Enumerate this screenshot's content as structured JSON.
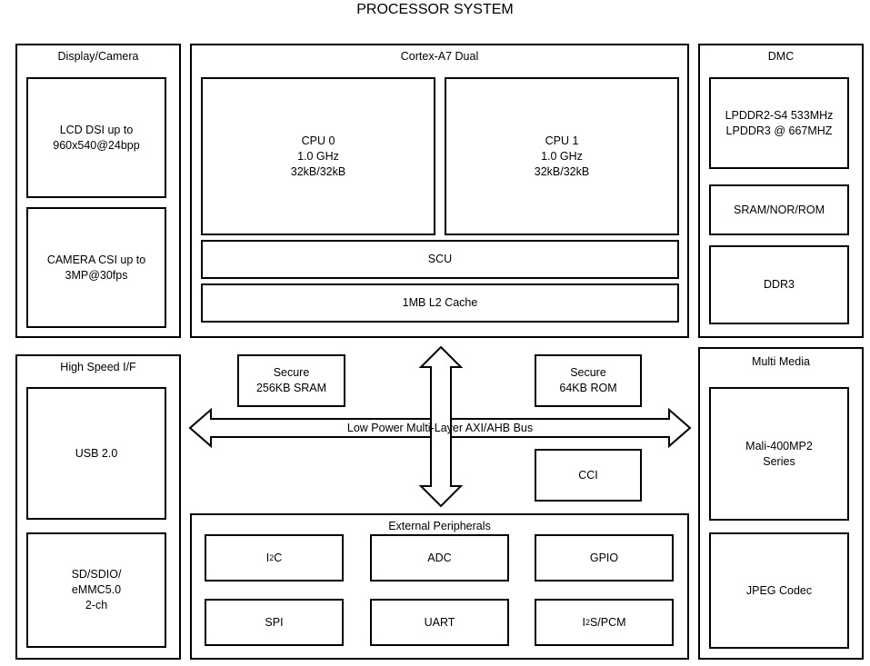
{
  "title": "PROCESSOR SYSTEM",
  "display_camera": {
    "title": "Display/Camera",
    "lcd": "LCD DSI up to\n960x540@24bpp",
    "camera": "CAMERA CSI up to\n3MP@30fps"
  },
  "cortex": {
    "title": "Cortex-A7 Dual",
    "cpu0": "CPU 0\n1.0 GHz\n32kB/32kB",
    "cpu1": "CPU 1\n1.0 GHz\n32kB/32kB",
    "scu": "SCU",
    "l2": "1MB L2 Cache"
  },
  "dmc": {
    "title": "DMC",
    "lpddr": "LPDDR2-S4 533MHz\nLPDDR3 @ 667MHZ",
    "sram_nor": "SRAM/NOR/ROM",
    "ddr3": "DDR3"
  },
  "high_speed": {
    "title": "High Speed I/F",
    "usb": "USB 2.0",
    "sd": "SD/SDIO/\neMMC5.0\n2-ch"
  },
  "bus": {
    "secure_sram": "Secure\n256KB SRAM",
    "secure_rom": "Secure\n64KB ROM",
    "label": "Low Power Multi-Layer AXI/AHB Bus",
    "cci": "CCI"
  },
  "multimedia": {
    "title": "Multi Media",
    "mali": "Mali-400MP2\nSeries",
    "jpeg": "JPEG Codec"
  },
  "peripherals": {
    "title": "External Peripherals",
    "i2c_base": "I",
    "i2c_sup": "2",
    "i2c_end": "C",
    "adc": "ADC",
    "gpio": "GPIO",
    "spi": "SPI",
    "uart": "UART",
    "i2s_base": "I",
    "i2s_sup": "2",
    "i2s_end": "S/PCM"
  }
}
